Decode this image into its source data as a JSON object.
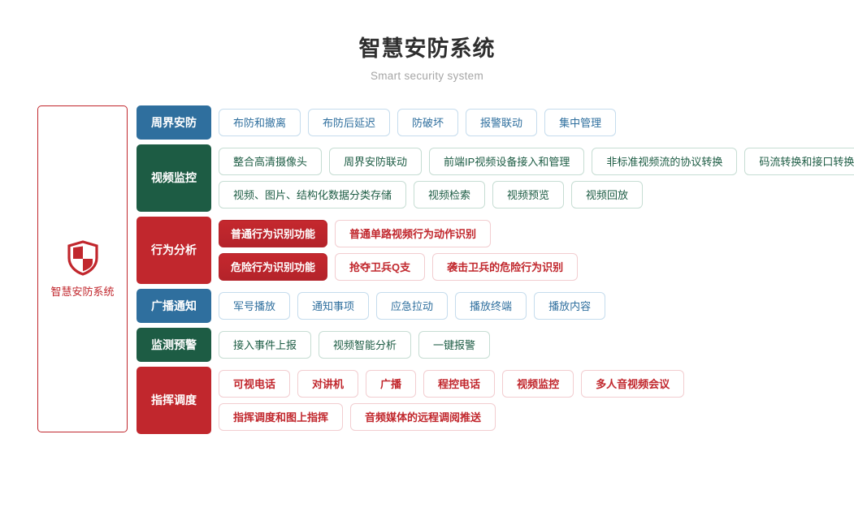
{
  "header": {
    "title": "智慧安防系统",
    "subtitle": "Smart security system"
  },
  "brand_panel": {
    "icon": "shield-icon",
    "label": "智慧安防系统",
    "border_color": "#c1272d",
    "text_color": "#c1272d"
  },
  "colors": {
    "blue": "#2f6f9e",
    "green": "#1d5c44",
    "red": "#c1272d",
    "title": "#2e2e2e",
    "subtitle": "#a6a6a6"
  },
  "rows": [
    {
      "label": "周界安防",
      "theme": "blue",
      "sub_rows": [
        {
          "sub_label": null,
          "items": [
            "布防和撤离",
            "布防后延迟",
            "防破坏",
            "报警联动",
            "集中管理"
          ]
        }
      ]
    },
    {
      "label": "视频监控",
      "theme": "green",
      "sub_rows": [
        {
          "sub_label": null,
          "items": [
            "整合高清摄像头",
            "周界安防联动",
            "前端IP视频设备接入和管理",
            "非标准视频流的协议转换",
            "码流转换和接口转换"
          ]
        },
        {
          "sub_label": null,
          "items": [
            "视频、图片、结构化数据分类存储",
            "视频检索",
            "视频预览",
            "视频回放"
          ]
        }
      ]
    },
    {
      "label": "行为分析",
      "theme": "red",
      "sub_rows": [
        {
          "sub_label": "普通行为识别功能",
          "items": [
            "普通单路视频行为动作识别"
          ]
        },
        {
          "sub_label": "危险行为识别功能",
          "items": [
            "抢夺卫兵Q支",
            "袭击卫兵的危险行为识别"
          ]
        }
      ]
    },
    {
      "label": "广播通知",
      "theme": "blue",
      "sub_rows": [
        {
          "sub_label": null,
          "items": [
            "军号播放",
            "通知事项",
            "应急拉动",
            "播放终端",
            "播放内容"
          ]
        }
      ]
    },
    {
      "label": "监测预警",
      "theme": "green",
      "sub_rows": [
        {
          "sub_label": null,
          "items": [
            "接入事件上报",
            "视频智能分析",
            "一键报警"
          ]
        }
      ]
    },
    {
      "label": "指挥调度",
      "theme": "red",
      "sub_rows": [
        {
          "sub_label": null,
          "items": [
            "可视电话",
            "对讲机",
            "广播",
            "程控电话",
            "视频监控",
            "多人音视频会议"
          ]
        },
        {
          "sub_label": null,
          "items": [
            "指挥调度和图上指挥",
            "音频媒体的远程调阅推送"
          ]
        }
      ]
    }
  ]
}
